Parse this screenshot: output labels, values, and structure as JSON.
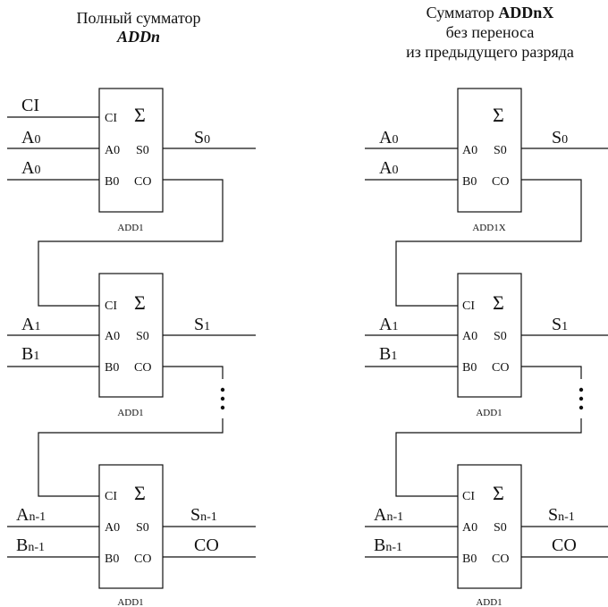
{
  "left": {
    "title_line1": "Полный сумматор",
    "title_line2": "ADDn",
    "b0_in": {
      "main": "CI",
      "sub": ""
    },
    "a0_in": {
      "main": "A",
      "sub": "0"
    },
    "b0b_in": {
      "main": "A",
      "sub": "0"
    },
    "s0_out": {
      "main": "S",
      "sub": "0"
    },
    "a1_in": {
      "main": "A",
      "sub": "1"
    },
    "b1_in": {
      "main": "B",
      "sub": "1"
    },
    "s1_out": {
      "main": "S",
      "sub": "1"
    },
    "an_in": {
      "main": "A",
      "sub": "n-1"
    },
    "bn_in": {
      "main": "B",
      "sub": "n-1"
    },
    "sn_out": {
      "main": "S",
      "sub": "n-1"
    },
    "co_out": "CO",
    "block1_name": "ADD1",
    "block2_name": "ADD1",
    "block3_name": "ADD1"
  },
  "right": {
    "title_line1": "Сумматор ",
    "title_line1_bold": "ADDnX",
    "title_line2": "без переноса",
    "title_line3": "из предыдущего разряда",
    "a0_in": {
      "main": "A",
      "sub": "0"
    },
    "b0_in": {
      "main": "A",
      "sub": "0"
    },
    "s0_out": {
      "main": "S",
      "sub": "0"
    },
    "a1_in": {
      "main": "A",
      "sub": "1"
    },
    "b1_in": {
      "main": "B",
      "sub": "1"
    },
    "s1_out": {
      "main": "S",
      "sub": "1"
    },
    "an_in": {
      "main": "A",
      "sub": "n-1"
    },
    "bn_in": {
      "main": "B",
      "sub": "n-1"
    },
    "sn_out": {
      "main": "S",
      "sub": "n-1"
    },
    "co_out": "CO",
    "block1_name": "ADD1X",
    "block2_name": "ADD1",
    "block3_name": "ADD1"
  },
  "pins": {
    "ci": "CI",
    "a0": "A0",
    "b0": "B0",
    "s0": "S0",
    "co": "CO",
    "sigma": "Σ"
  }
}
